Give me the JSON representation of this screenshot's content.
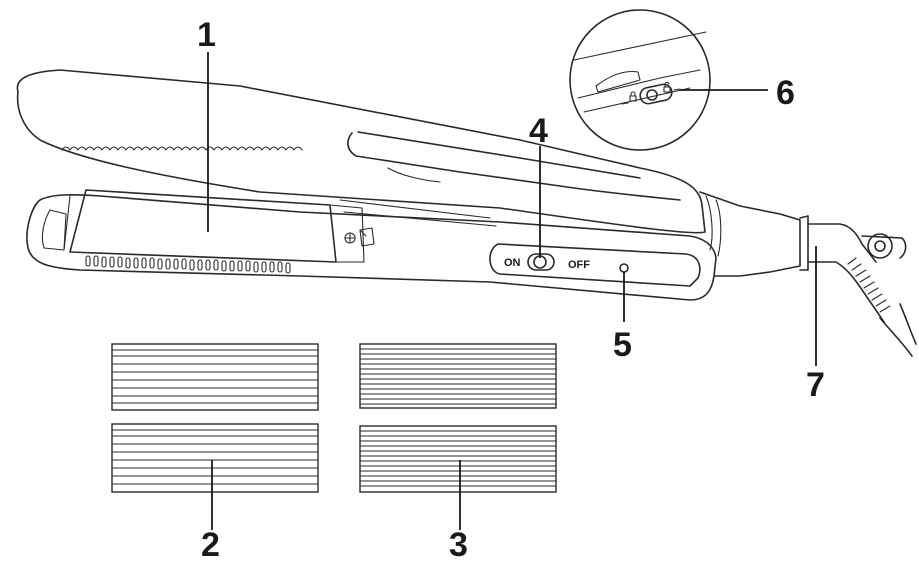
{
  "callouts": [
    {
      "id": "1",
      "label": "1"
    },
    {
      "id": "2",
      "label": "2"
    },
    {
      "id": "3",
      "label": "3"
    },
    {
      "id": "4",
      "label": "4"
    },
    {
      "id": "5",
      "label": "5"
    },
    {
      "id": "6",
      "label": "6"
    },
    {
      "id": "7",
      "label": "7"
    }
  ],
  "switch": {
    "on_label": "ON",
    "off_label": "OFF"
  },
  "icons": {
    "lock_open": "unlocked-padlock-icon",
    "lock_closed": "locked-padlock-icon",
    "plate_release": "plate-release-icon"
  },
  "colors": {
    "line": "#2a2a2a",
    "background": "#ffffff"
  }
}
